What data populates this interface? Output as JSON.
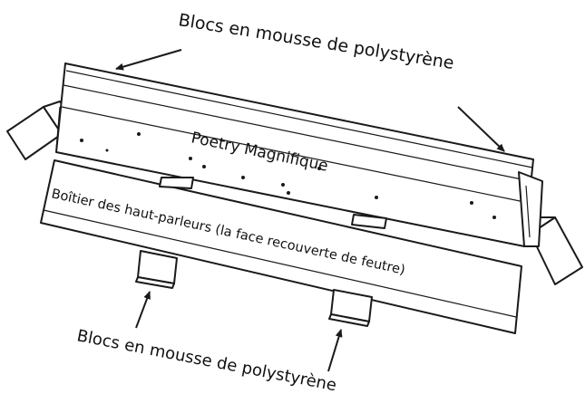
{
  "labels": {
    "foam_top": "Blocs en mousse de polystyrène",
    "product_name": "Poetry Magnifique",
    "speaker_box": "Boîtier des haut-parleurs (la face recouverte de feutre)",
    "foam_bottom": "Blocs en mousse de polystyrène"
  },
  "colors": {
    "line": "#1a1a1a",
    "text": "#111111",
    "background": "#ffffff"
  }
}
